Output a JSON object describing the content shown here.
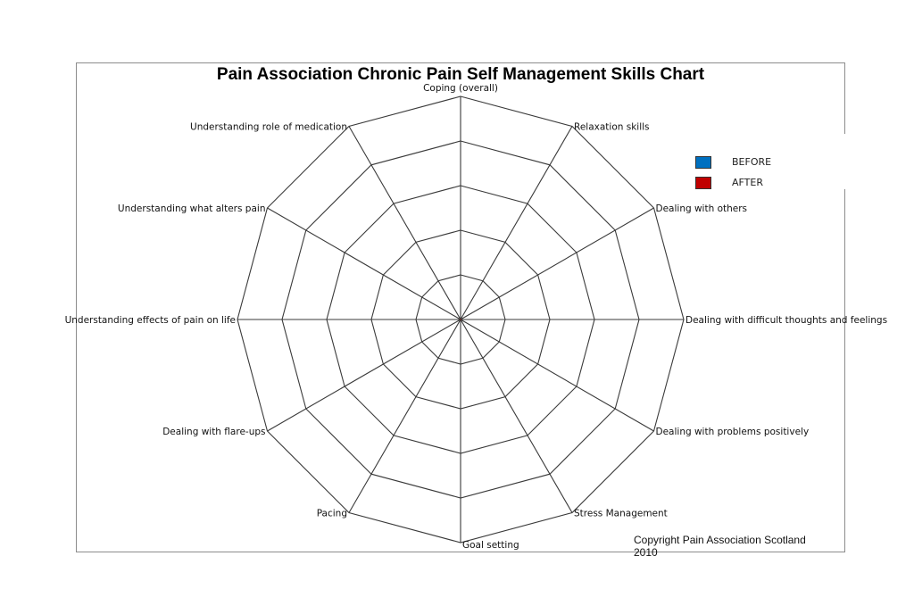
{
  "chart_data": {
    "type": "radar",
    "title": "Pain Association Chronic Pain Self Management Skills Chart",
    "categories": [
      "Coping (overall)",
      "Relaxation skills",
      "Dealing with others",
      "Dealing with difficult thoughts and feelings",
      "Dealing with problems positively",
      "Stress Management",
      "Goal setting",
      "Pacing",
      "Dealing with flare-ups",
      "Understanding effects of pain on life",
      "Understanding what alters pain",
      "Understanding role of medication"
    ],
    "rlim": [
      0,
      5
    ],
    "rings": 5,
    "series": [
      {
        "name": "BEFORE",
        "color": "#0070c0",
        "values": [
          0,
          0,
          0,
          0,
          0,
          0,
          0,
          0,
          0,
          0,
          0,
          0
        ]
      },
      {
        "name": "AFTER",
        "color": "#c00000",
        "values": [
          0,
          0,
          0,
          0,
          0,
          0,
          0,
          0,
          0,
          0,
          0,
          0
        ]
      }
    ],
    "legend_position": "top-right",
    "grid": true
  },
  "footer": {
    "copyright_line1": "Copyright Pain Association Scotland",
    "copyright_line2": "2010"
  }
}
